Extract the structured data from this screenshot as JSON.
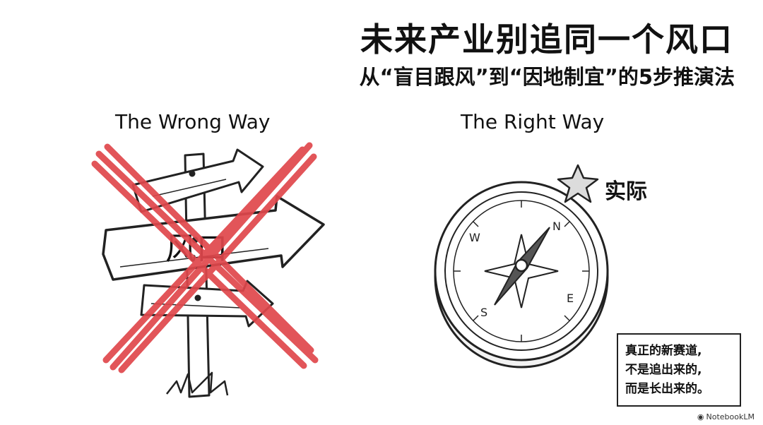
{
  "title": "未来产业别追同一个风口",
  "subtitle": "从“盲目跟风”到“因地制宜”的5步推演法",
  "left_panel": {
    "label": "The Wrong Way",
    "sign_text": "风口"
  },
  "right_panel": {
    "label": "The Right Way",
    "star_label": "实际",
    "compass_directions": {
      "n": "N",
      "e": "E",
      "s": "S",
      "w": "W"
    }
  },
  "note": {
    "lines": [
      "真正的新赛道,",
      "不是追出来的,",
      "而是长出来的。"
    ]
  },
  "watermark": "NotebookLM",
  "colors": {
    "cross": "#e0474c",
    "ink": "#111111"
  }
}
